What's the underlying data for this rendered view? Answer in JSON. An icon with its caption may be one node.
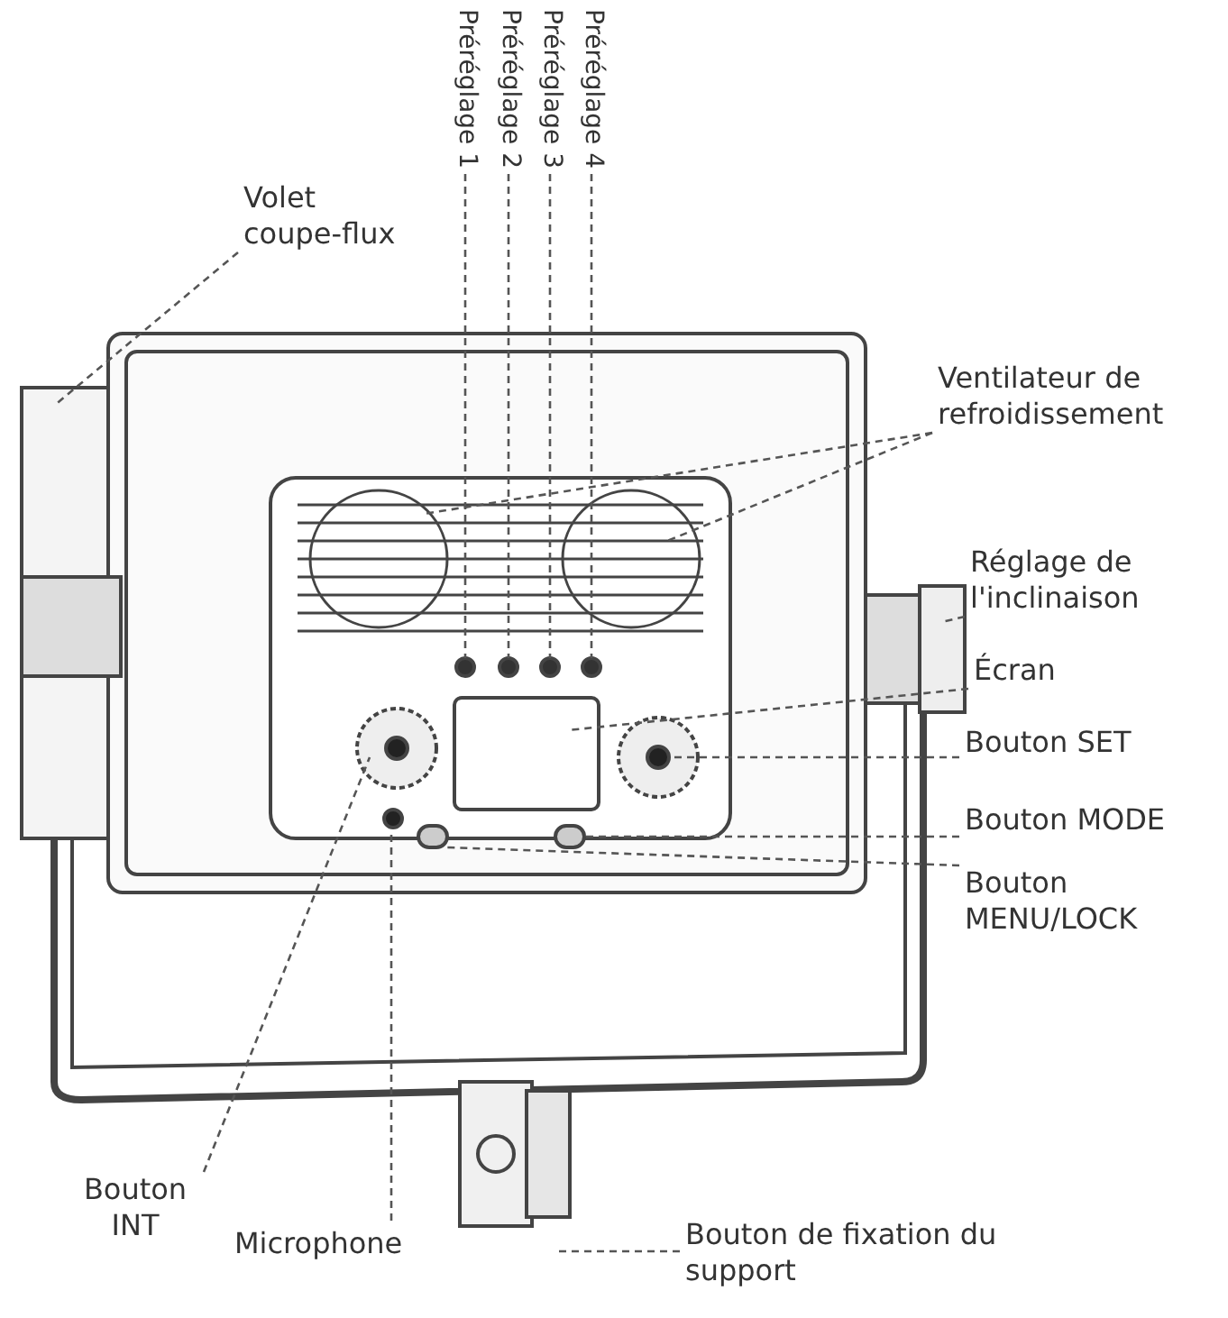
{
  "diagram": {
    "nodes": [
      {
        "text": [
          "Volet coupe-flux"
        ]
      },
      {
        "text": [
          "Préréglage 1"
        ]
      },
      {
        "text": [
          "Préréglage 2"
        ]
      },
      {
        "text": [
          "Préréglage 3"
        ]
      },
      {
        "text": [
          "Préréglage 4"
        ]
      },
      {
        "text": [
          "Ventilateur de refroidissement"
        ]
      },
      {
        "text": [
          "Réglage de l'inclinaison"
        ]
      },
      {
        "text": [
          "Écran"
        ]
      },
      {
        "text": [
          "Bouton SET"
        ]
      },
      {
        "text": [
          "Bouton MODE"
        ]
      },
      {
        "text": [
          "Bouton MENU/LOCK"
        ]
      },
      {
        "text": [
          "Bouton INT"
        ]
      },
      {
        "text": [
          "Microphone"
        ]
      },
      {
        "text": [
          "Bouton de fixation du support"
        ]
      }
    ],
    "edges": [
      {
        "from": 0,
        "to": null,
        "arrow": "none"
      },
      {
        "from": 1,
        "to": null,
        "arrow": "none"
      },
      {
        "from": 2,
        "to": null,
        "arrow": "none"
      },
      {
        "from": 3,
        "to": null,
        "arrow": "none"
      },
      {
        "from": 4,
        "to": null,
        "arrow": "none"
      },
      {
        "from": 5,
        "to": null,
        "arrow": "none"
      },
      {
        "from": 5,
        "to": null,
        "arrow": "none"
      },
      {
        "from": 6,
        "to": null,
        "arrow": "none"
      },
      {
        "from": 7,
        "to": null,
        "arrow": "none"
      },
      {
        "from": 8,
        "to": null,
        "arrow": "none"
      },
      {
        "from": 9,
        "to": null,
        "arrow": "none"
      },
      {
        "from": 10,
        "to": null,
        "arrow": "none"
      },
      {
        "from": 11,
        "to": null,
        "arrow": "none"
      },
      {
        "from": 12,
        "to": null,
        "arrow": "none"
      },
      {
        "from": 13,
        "to": null,
        "arrow": "none"
      }
    ]
  }
}
